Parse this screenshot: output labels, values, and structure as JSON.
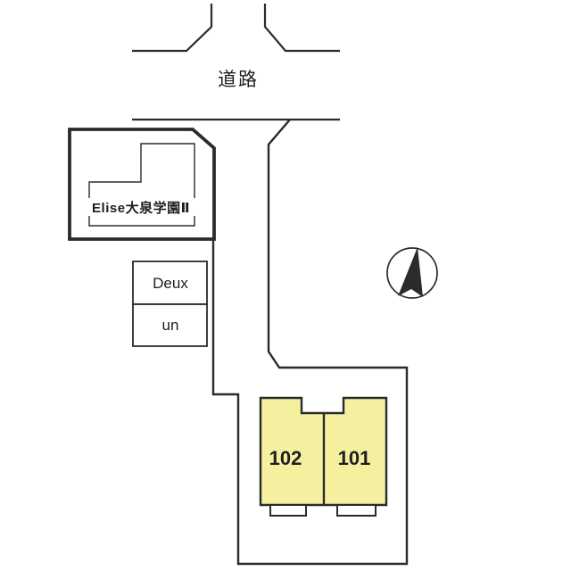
{
  "plan": {
    "type": "site-plan",
    "labels": {
      "road": "道路",
      "main_building": "Elise大泉学園Ⅱ",
      "building_deux": "Deux",
      "building_un": "un",
      "unit_left": "102",
      "unit_right": "101"
    },
    "icons": {
      "compass": "north-arrow"
    },
    "colors": {
      "line": "#2b2b2b",
      "unit_fill": "#f5f0a0",
      "background": "#ffffff"
    }
  }
}
